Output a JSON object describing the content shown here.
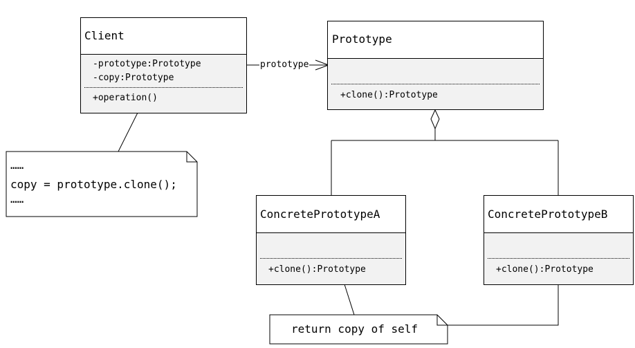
{
  "classes": {
    "client": {
      "name": "Client",
      "attributes": [
        "-prototype:Prototype",
        "-copy:Prototype"
      ],
      "operations": [
        "+operation()"
      ]
    },
    "prototype": {
      "name": "Prototype",
      "operations": [
        "+clone():Prototype"
      ]
    },
    "concrete_a": {
      "name": "ConcretePrototypeA",
      "operations": [
        "+clone():Prototype"
      ]
    },
    "concrete_b": {
      "name": "ConcretePrototypeB",
      "operations": [
        "+clone():Prototype"
      ]
    }
  },
  "notes": {
    "client_note": {
      "lines": [
        "……",
        "copy = prototype.clone();",
        "……"
      ]
    },
    "concrete_note": {
      "text": "return copy of self"
    }
  },
  "associations": {
    "client_to_prototype": {
      "label": "prototype"
    }
  }
}
